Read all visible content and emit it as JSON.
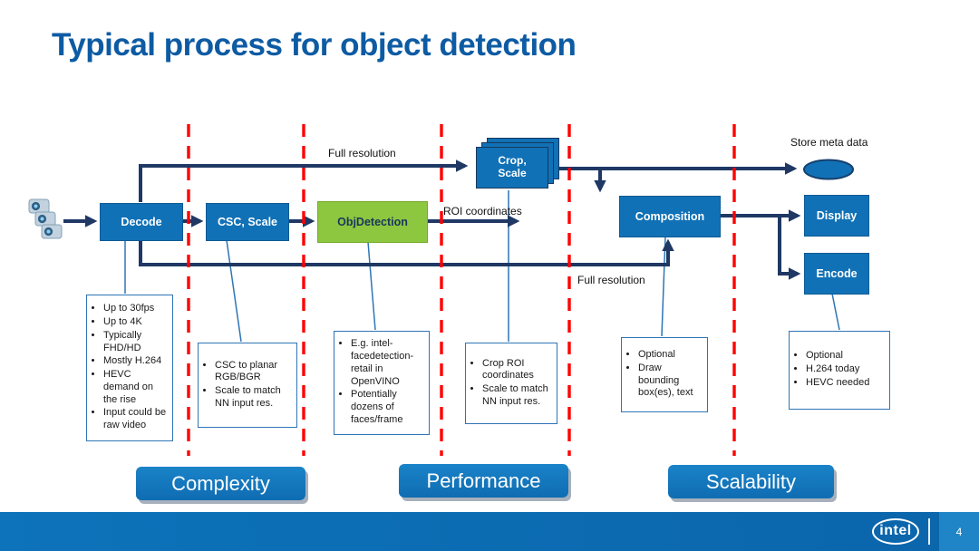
{
  "title": "Typical process for object detection",
  "nodes": {
    "decode": "Decode",
    "csc": "CSC, Scale",
    "objdetection": "ObjDetection",
    "crop": "Crop, Scale",
    "composition": "Composition",
    "display": "Display",
    "encode": "Encode"
  },
  "edges": {
    "top_full_res": "Full resolution",
    "roi": "ROI coordinates",
    "bottom_full_res": "Full resolution"
  },
  "store_meta_label": "Store meta data",
  "callouts": [
    {
      "id": "decode",
      "items": [
        "Up to 30fps",
        "Up to 4K",
        "Typically FHD/HD",
        "Mostly H.264",
        "HEVC demand on the rise",
        "Input could be raw video"
      ]
    },
    {
      "id": "csc-scale",
      "items": [
        "CSC to planar RGB/BGR",
        "Scale to match NN input res."
      ]
    },
    {
      "id": "objdetection",
      "items": [
        "E.g. intel-facedetection-retail in OpenVINO",
        "Potentially dozens of faces/frame"
      ]
    },
    {
      "id": "crop-scale",
      "items": [
        "Crop ROI coordinates",
        "Scale to match NN input res."
      ]
    },
    {
      "id": "composition",
      "items": [
        "Optional",
        "Draw bounding box(es), text"
      ]
    },
    {
      "id": "display-encode",
      "items": [
        "Optional",
        "H.264 today",
        "HEVC needed"
      ]
    }
  ],
  "sections": [
    "Complexity",
    "Performance",
    "Scalability"
  ],
  "footer": {
    "logo_text": "intel",
    "page_number": "4"
  },
  "colors": {
    "node_blue": "#1171B6",
    "accent_green": "#8DC63F",
    "arrow_navy": "#1F3864",
    "divider_red": "#FF0000",
    "title_blue": "#0D5BA3",
    "footer_blue": "#0C6FB5"
  }
}
